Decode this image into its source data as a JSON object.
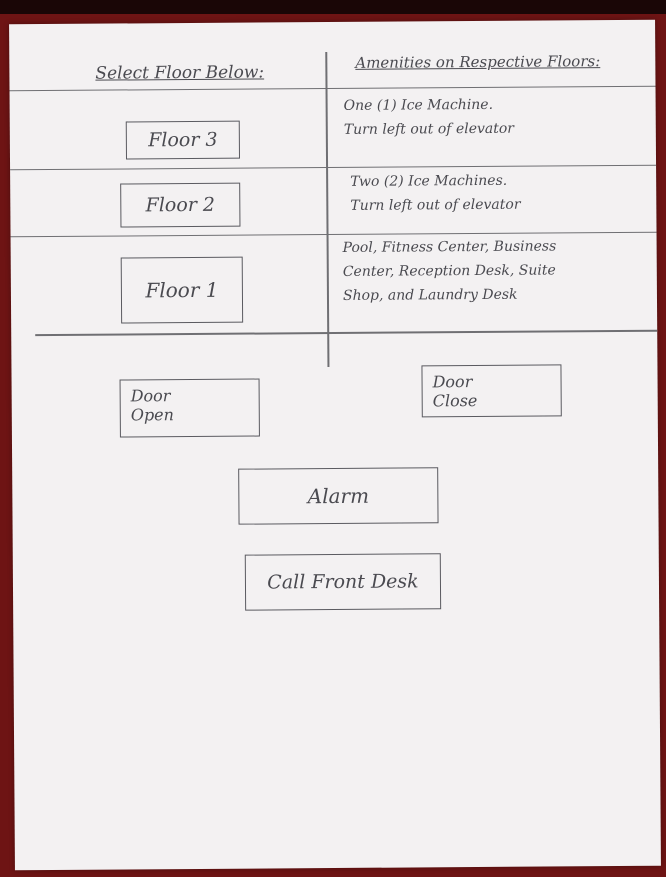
{
  "left_column": {
    "heading": "Select Floor Below:"
  },
  "right_column": {
    "heading": "Amenities on Respective Floors:"
  },
  "floors": [
    {
      "label": "Floor 3",
      "amenities": "One (1) Ice Machine.\nTurn left out of elevator"
    },
    {
      "label": "Floor 2",
      "amenities": "Two (2) Ice Machines.\nTurn left out of elevator"
    },
    {
      "label": "Floor 1",
      "amenities": "Pool, Fitness Center, Business\nCenter, Reception Desk, Suite\nShop, and Laundry Desk"
    }
  ],
  "controls": {
    "door_open": "Door\nOpen",
    "door_close": "Door\nClose",
    "alarm": "Alarm",
    "call_front_desk": "Call Front Desk"
  }
}
